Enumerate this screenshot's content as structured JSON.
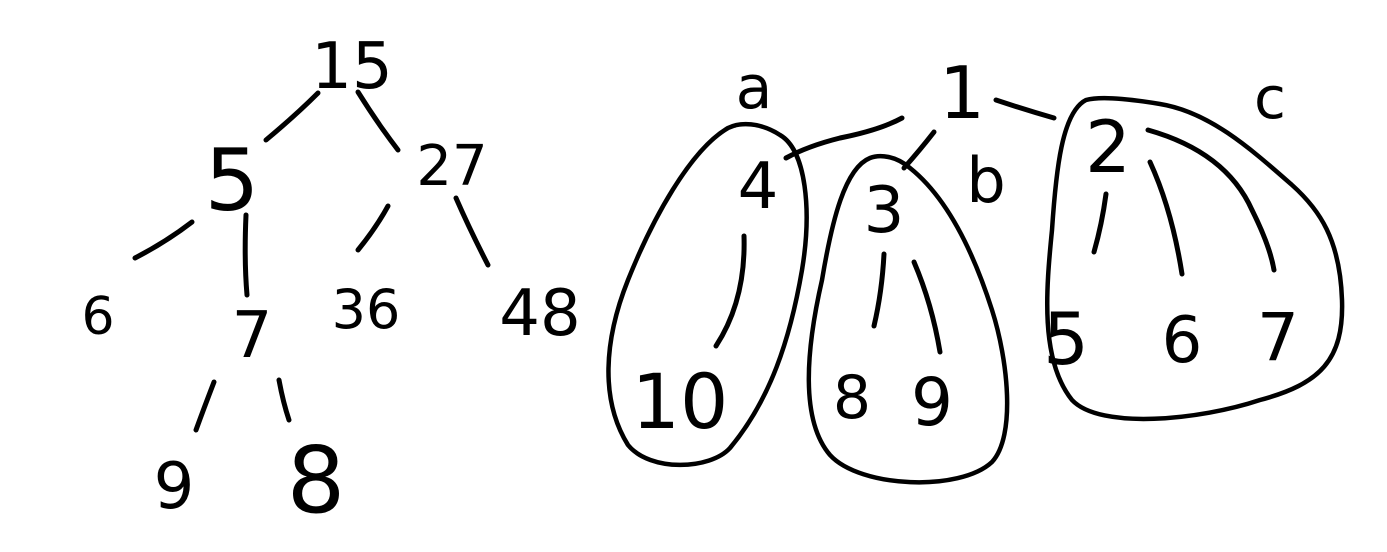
{
  "style": {
    "ink_color": "#000000",
    "background": "#ffffff"
  },
  "left_tree": {
    "nodes": {
      "root": "15",
      "n5": "5",
      "n27": "27",
      "n6": "6",
      "n7": "7",
      "n36": "36",
      "n48": "48",
      "n9": "9",
      "n8": "8"
    }
  },
  "right_tree": {
    "nodes": {
      "root": "1",
      "n4": "4",
      "n3": "3",
      "n2": "2",
      "n10": "10",
      "n8": "8",
      "n9": "9",
      "n5": "5",
      "n6": "6",
      "n7": "7"
    },
    "group_labels": {
      "a": "a",
      "b": "b",
      "c": "c"
    }
  }
}
